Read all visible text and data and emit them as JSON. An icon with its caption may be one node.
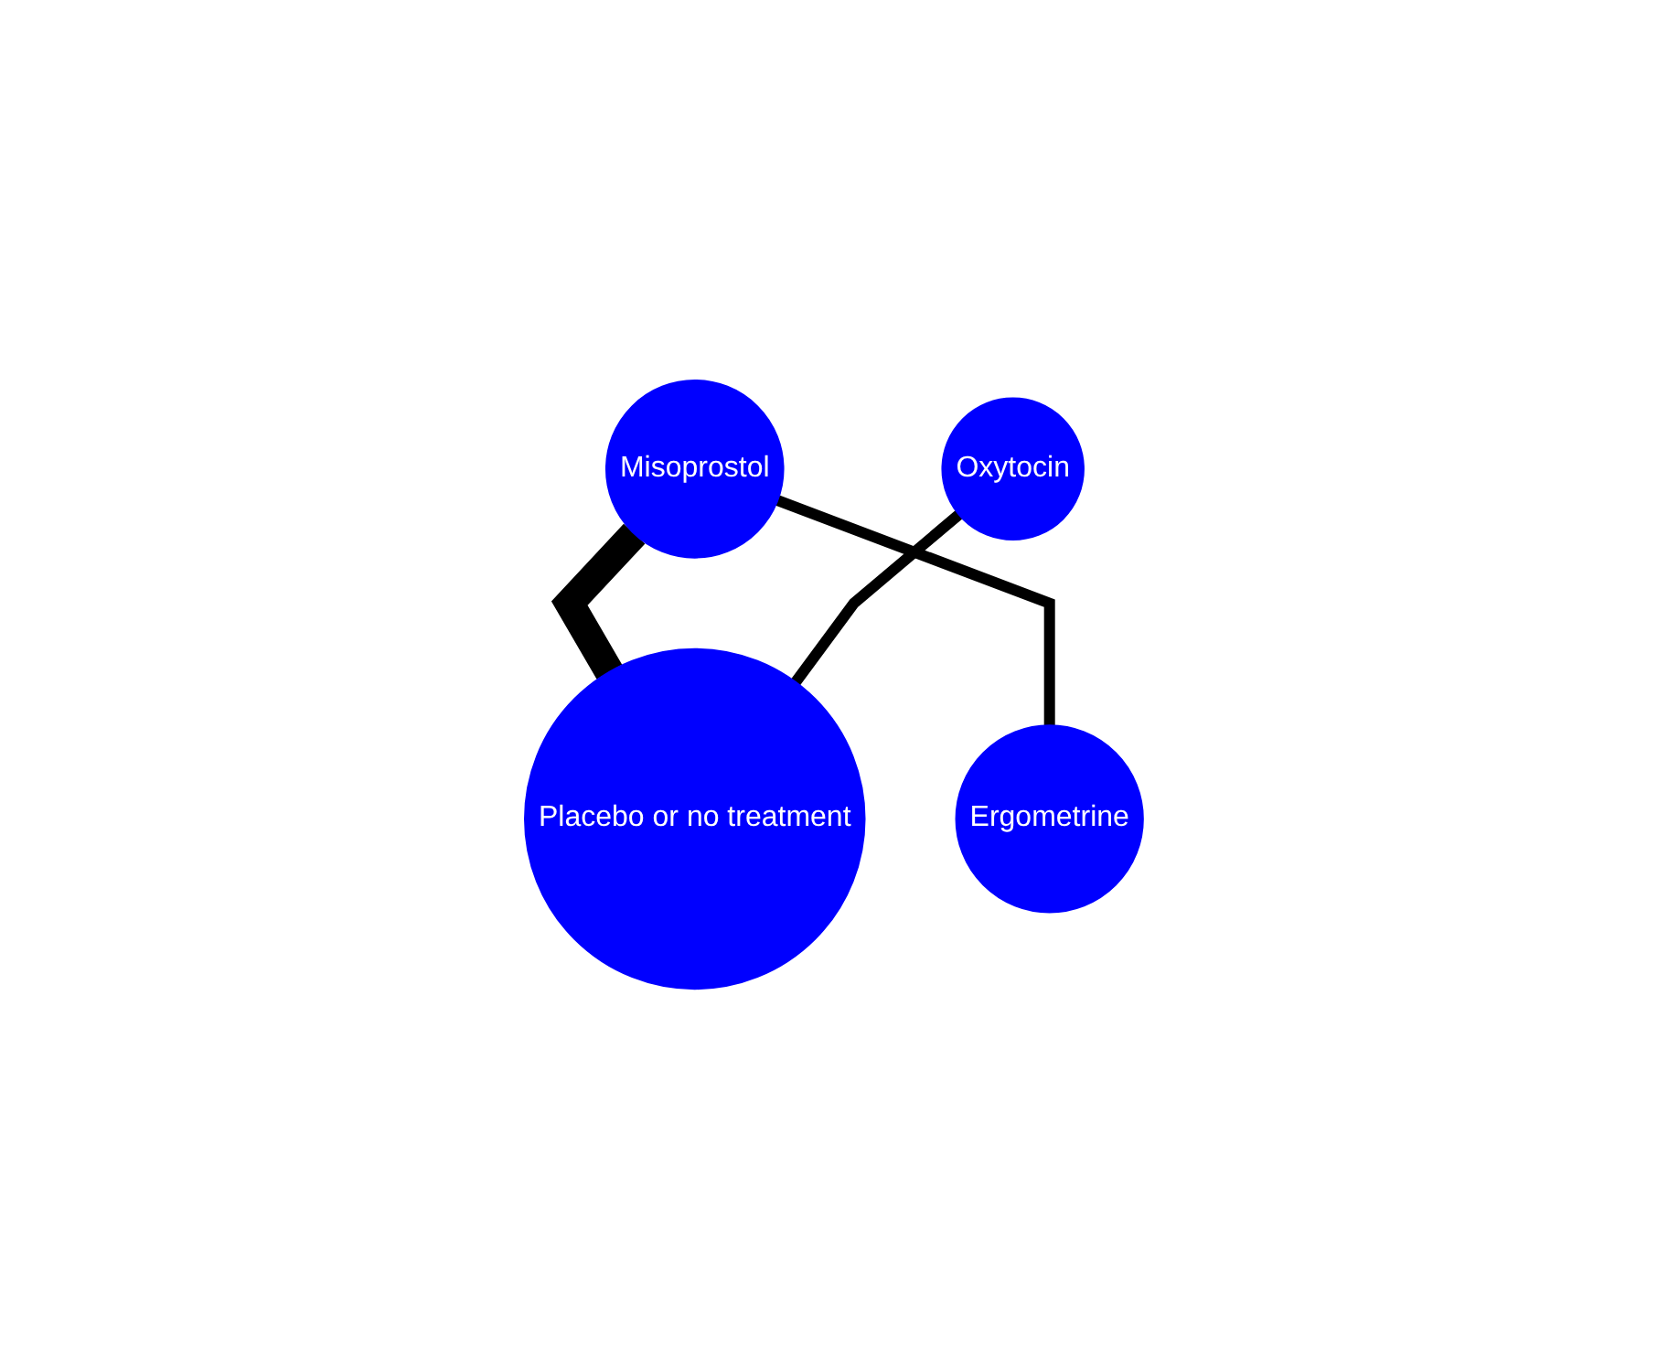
{
  "diagram": {
    "nodes": [
      {
        "text": [
          "Misoprostol"
        ]
      },
      {
        "text": [
          "Oxytocin"
        ]
      },
      {
        "text": [
          "Ergometrine"
        ]
      },
      {
        "text": [
          "Placebo or no treatment"
        ]
      }
    ],
    "edges": [
      {
        "from": 0,
        "to": 3,
        "arrow": "none",
        "style": "thick"
      },
      {
        "from": 0,
        "to": 2,
        "arrow": "none"
      },
      {
        "from": 1,
        "to": 3,
        "arrow": "none"
      }
    ]
  }
}
